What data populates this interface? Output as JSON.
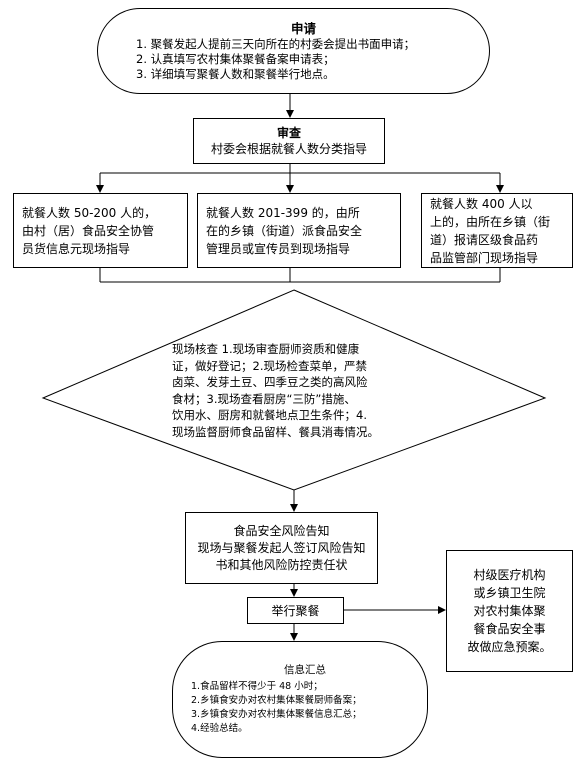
{
  "flowchart": {
    "apply": {
      "title": "申请",
      "items": [
        "1.  聚餐发起人提前三天向所在的村委会提出书面申请；",
        "2.  认真填写农村集体聚餐备案申请表；",
        "3.  详细填写聚餐人数和聚餐举行地点。"
      ]
    },
    "review": {
      "title": "审查",
      "subtitle": "村委会根据就餐人数分类指导"
    },
    "guide_small": {
      "lines": [
        "就餐人数 50-200 人的，",
        "由村（居）食品安全协管",
        "员货信息元现场指导"
      ]
    },
    "guide_medium": {
      "lines": [
        "就餐人数 201-399 的，由所",
        "在的乡镇（街道）派食品安全",
        "管理员或宣传员到现场指导"
      ]
    },
    "guide_large": {
      "lines": [
        "就餐人数 400 人以",
        "上的，由所在乡镇（街",
        "道）报请区级食品药",
        "品监管部门现场指导"
      ]
    },
    "inspect": {
      "lines": [
        "现场核查 1.现场审查厨师资质和健康",
        "证，做好登记；2.现场检查菜单，严禁",
        "卤菜、发芽土豆、四季豆之类的高风险",
        "食材；3.现场查看厨房“三防”措施、",
        "饮用水、厨房和就餐地点卫生条件；4.",
        "现场监督厨师食品留样、餐具消毒情况。"
      ]
    },
    "risk": {
      "title": "食品安全风险告知",
      "lines": [
        "现场与聚餐发起人签订风险告知",
        "书和其他风险防控责任状"
      ]
    },
    "hold": {
      "label": "举行聚餐"
    },
    "emergency": {
      "lines": [
        "村级医疗机构",
        "或乡镇卫生院",
        "对农村集体聚",
        "餐食品安全事",
        "故做应急预案。"
      ]
    },
    "summary": {
      "title": "信息汇总",
      "items": [
        "1.食品留样不得少于 48  小时；",
        "2.乡镇食安办对农村集体聚餐厨师备案；",
        "3.乡镇食安办对农村集体聚餐信息汇总；",
        "4.经验总结。"
      ]
    }
  }
}
